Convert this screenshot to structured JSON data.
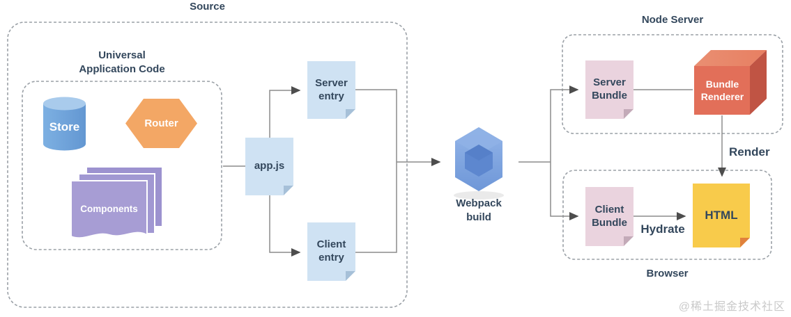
{
  "groups": {
    "source": "Source",
    "uac": "Universal\nApplication Code",
    "node_server": "Node Server",
    "browser": "Browser"
  },
  "nodes": {
    "store": "Store",
    "router": "Router",
    "components": "Components",
    "appjs": "app.js",
    "server_entry": "Server\nentry",
    "client_entry": "Client\nentry",
    "webpack": "Webpack\nbuild",
    "server_bundle": "Server\nBundle",
    "bundle_renderer": "Bundle\nRenderer",
    "client_bundle": "Client\nBundle",
    "html": "HTML"
  },
  "edges": {
    "render": "Render",
    "hydrate": "Hydrate"
  },
  "watermark": "@稀土掘金技术社区",
  "colors": {
    "note_blue": "#cfe2f3",
    "note_pink": "#ead3de",
    "note_yellow": "#f8cb4b",
    "fold_orange": "#e0813c",
    "store_blue": "#6fa4da",
    "store_top": "#a9cbec",
    "router_orange": "#f3a765",
    "components_purple": "#a79dd4",
    "webpack_outer": "#7da3e0",
    "webpack_inner": "#5d87cf",
    "cube_front": "#e26f59",
    "cube_top": "#e98f72",
    "cube_side": "#c05444",
    "text_dark": "#33475c",
    "line_gray": "#8c8c8c",
    "dash_gray": "#9aa0a6"
  }
}
